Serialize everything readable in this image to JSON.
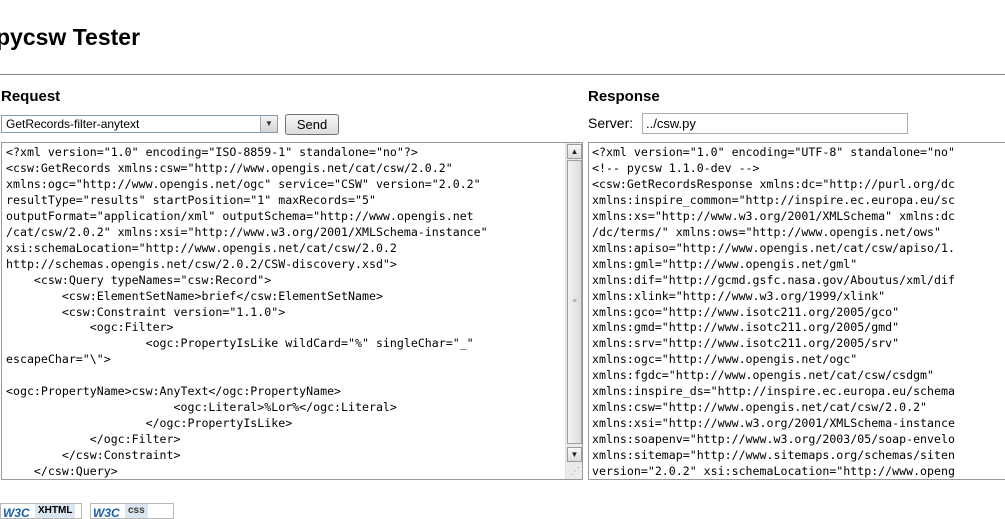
{
  "page": {
    "title": "pycsw Tester"
  },
  "request": {
    "heading": "Request",
    "select_value": "GetRecords-filter-anytext",
    "send_label": "Send",
    "body_lines": [
      "<?xml version=\"1.0\" encoding=\"ISO-8859-1\" standalone=\"no\"?>",
      "<csw:GetRecords xmlns:csw=\"http://www.opengis.net/cat/csw/2.0.2\"",
      "xmlns:ogc=\"http://www.opengis.net/ogc\" service=\"CSW\" version=\"2.0.2\"",
      "resultType=\"results\" startPosition=\"1\" maxRecords=\"5\"",
      "outputFormat=\"application/xml\" outputSchema=\"http://www.opengis.net",
      "/cat/csw/2.0.2\" xmlns:xsi=\"http://www.w3.org/2001/XMLSchema-instance\"",
      "xsi:schemaLocation=\"http://www.opengis.net/cat/csw/2.0.2",
      "http://schemas.opengis.net/csw/2.0.2/CSW-discovery.xsd\">",
      "    <csw:Query typeNames=\"csw:Record\">",
      "        <csw:ElementSetName>brief</csw:ElementSetName>",
      "        <csw:Constraint version=\"1.1.0\">",
      "            <ogc:Filter>",
      "                    <ogc:PropertyIsLike wildCard=\"%\" singleChar=\"_\"",
      "escapeChar=\"\\\">",
      "",
      "<ogc:PropertyName>csw:AnyText</ogc:PropertyName>",
      "                        <ogc:Literal>%Lor%</ogc:Literal>",
      "                    </ogc:PropertyIsLike>",
      "            </ogc:Filter>",
      "        </csw:Constraint>",
      "    </csw:Query>"
    ]
  },
  "response": {
    "heading": "Response",
    "server_label": "Server:",
    "server_value": "../csw.py",
    "body_lines": [
      "<?xml version=\"1.0\" encoding=\"UTF-8\" standalone=\"no\"",
      "<!-- pycsw 1.1.0-dev -->",
      "<csw:GetRecordsResponse xmlns:dc=\"http://purl.org/dc",
      "xmlns:inspire_common=\"http://inspire.ec.europa.eu/sc",
      "xmlns:xs=\"http://www.w3.org/2001/XMLSchema\" xmlns:dc",
      "/dc/terms/\" xmlns:ows=\"http://www.opengis.net/ows\"",
      "xmlns:apiso=\"http://www.opengis.net/cat/csw/apiso/1.",
      "xmlns:gml=\"http://www.opengis.net/gml\"",
      "xmlns:dif=\"http://gcmd.gsfc.nasa.gov/Aboutus/xml/dif",
      "xmlns:xlink=\"http://www.w3.org/1999/xlink\"",
      "xmlns:gco=\"http://www.isotc211.org/2005/gco\"",
      "xmlns:gmd=\"http://www.isotc211.org/2005/gmd\"",
      "xmlns:srv=\"http://www.isotc211.org/2005/srv\"",
      "xmlns:ogc=\"http://www.opengis.net/ogc\"",
      "xmlns:fgdc=\"http://www.opengis.net/cat/csw/csdgm\"",
      "xmlns:inspire_ds=\"http://inspire.ec.europa.eu/schema",
      "xmlns:csw=\"http://www.opengis.net/cat/csw/2.0.2\"",
      "xmlns:xsi=\"http://www.w3.org/2001/XMLSchema-instance",
      "xmlns:soapenv=\"http://www.w3.org/2003/05/soap-envelo",
      "xmlns:sitemap=\"http://www.sitemaps.org/schemas/siten",
      "version=\"2.0.2\" xsi:schemaLocation=\"http://www.openg"
    ]
  },
  "footer": {
    "badges": [
      {
        "logo": "W3C",
        "label": "XHTML"
      },
      {
        "logo": "W3C",
        "label": "css"
      }
    ]
  },
  "icons": {
    "select_arrow": "chevron-down-icon",
    "scroll_up": "arrow-up-icon",
    "scroll_down": "arrow-down-icon",
    "resize_grip": "resize-grip-icon"
  },
  "colors": {
    "input_border": "#7f9db9",
    "badge_w3c": "#1a5ea8"
  }
}
